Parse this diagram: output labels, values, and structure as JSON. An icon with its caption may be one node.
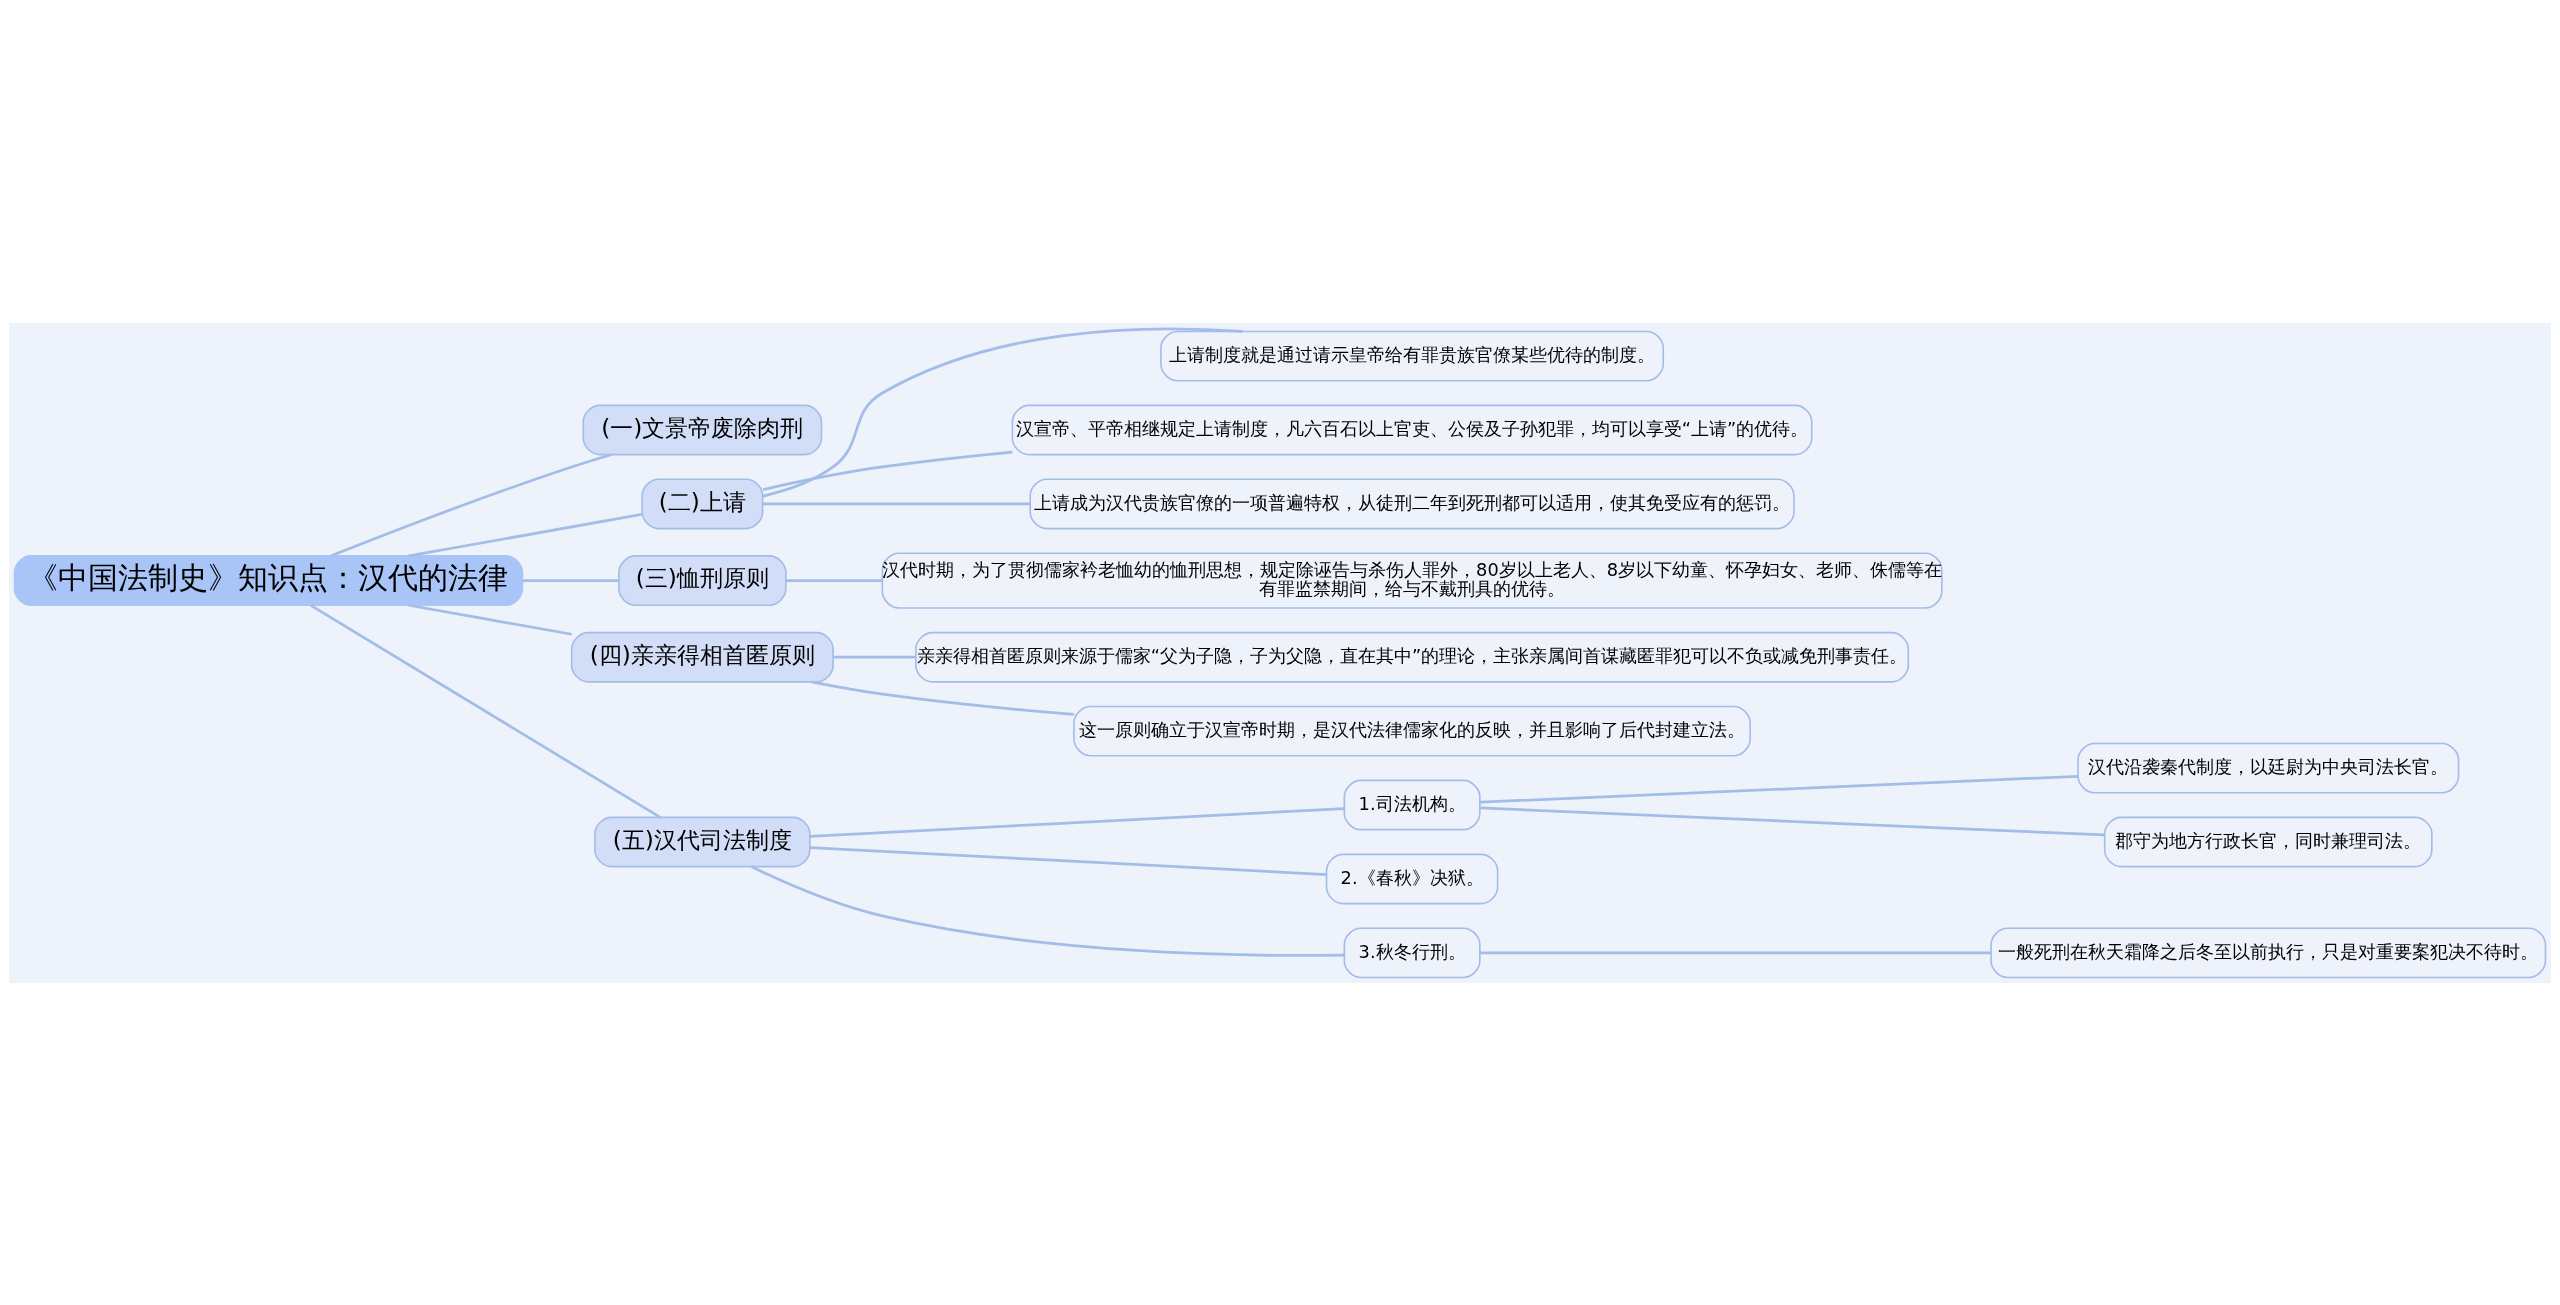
{
  "diagram": {
    "nodes": [
      {
        "text": [
          "《中国法制史》知识点：汉代的法律"
        ]
      },
      {
        "text": [
          "(一)文景帝废除肉刑"
        ]
      },
      {
        "text": [
          "(二)上请"
        ]
      },
      {
        "text": [
          "上请制度就是通过请示皇帝给有罪贵族官僚某些优待的制度。"
        ]
      },
      {
        "text": [
          "汉宣帝、平帝相继规定上请制度，凡六百石以上官吏、公侯及子孙犯罪，均可以享受“上请”的优待。"
        ]
      },
      {
        "text": [
          "上请成为汉代贵族官僚的一项普遍特权，从徒刑二年到死刑都可以适用，使其免受应有的惩罚。"
        ]
      },
      {
        "text": [
          "(三)恤刑原则"
        ]
      },
      {
        "text": [
          "汉代时期，为了贯彻儒家衿老恤幼的恤刑思想，规定除诬告与杀伤人罪外，80岁以上老人、8岁以下幼童、怀孕妇女、老师、侏儒等在有罪监禁期间，给与不戴刑具的优待。"
        ]
      },
      {
        "text": [
          "(四)亲亲得相首匿原则"
        ]
      },
      {
        "text": [
          "亲亲得相首匿原则来源于儒家“父为子隐，子为父隐，直在其中”的理论，主张亲属间首谋藏匿罪犯可以不负或减免刑事责任。"
        ]
      },
      {
        "text": [
          "这一原则确立于汉宣帝时期，是汉代法律儒家化的反映，并且影响了后代封建立法。"
        ]
      },
      {
        "text": [
          "(五)汉代司法制度"
        ]
      },
      {
        "text": [
          "1.司法机构。"
        ]
      },
      {
        "text": [
          "汉代沿袭秦代制度，以廷尉为中央司法长官。"
        ]
      },
      {
        "text": [
          "郡守为地方行政长官，同时兼理司法。"
        ]
      },
      {
        "text": [
          "2.《春秋》决狱。"
        ]
      },
      {
        "text": [
          "3.秋冬行刑。"
        ]
      },
      {
        "text": [
          "一般死刑在秋天霜降之后冬至以前执行，只是对重要案犯决不待时。"
        ]
      }
    ],
    "edges": [
      {
        "from": 0,
        "to": 1,
        "arrow": "none"
      },
      {
        "from": 0,
        "to": 2,
        "arrow": "none"
      },
      {
        "from": 2,
        "to": 3,
        "arrow": "none"
      },
      {
        "from": 2,
        "to": 4,
        "arrow": "none"
      },
      {
        "from": 2,
        "to": 5,
        "arrow": "none"
      },
      {
        "from": 0,
        "to": 6,
        "arrow": "none"
      },
      {
        "from": 6,
        "to": 7,
        "arrow": "none"
      },
      {
        "from": 0,
        "to": 8,
        "arrow": "none"
      },
      {
        "from": 8,
        "to": 9,
        "arrow": "none"
      },
      {
        "from": 8,
        "to": 10,
        "arrow": "none"
      },
      {
        "from": 0,
        "to": 11,
        "arrow": "none"
      },
      {
        "from": 11,
        "to": 12,
        "arrow": "none"
      },
      {
        "from": 12,
        "to": 13,
        "arrow": "none"
      },
      {
        "from": 12,
        "to": 14,
        "arrow": "none"
      },
      {
        "from": 11,
        "to": 15,
        "arrow": "none"
      },
      {
        "from": 11,
        "to": 16,
        "arrow": "none"
      },
      {
        "from": 16,
        "to": 17,
        "arrow": "none"
      }
    ]
  }
}
